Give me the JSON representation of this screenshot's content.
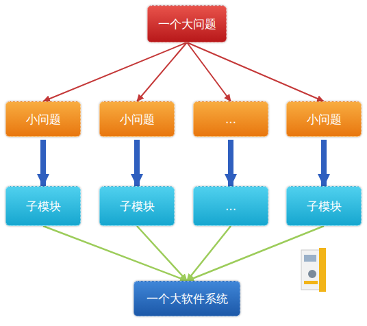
{
  "diagram": {
    "nodes": [
      {
        "text": [
          "一个大问题"
        ]
      },
      {
        "text": [
          "小问题"
        ]
      },
      {
        "text": [
          "小问题"
        ]
      },
      {
        "text": [
          "..."
        ]
      },
      {
        "text": [
          "小问题"
        ]
      },
      {
        "text": [
          "子模块"
        ]
      },
      {
        "text": [
          "子模块"
        ]
      },
      {
        "text": [
          "..."
        ]
      },
      {
        "text": [
          "子模块"
        ]
      },
      {
        "text": [
          "一个大软件系统"
        ]
      }
    ],
    "edges": [
      {
        "from": 0,
        "to": 1,
        "arrow": "to"
      },
      {
        "from": 0,
        "to": 2,
        "arrow": "to"
      },
      {
        "from": 0,
        "to": 3,
        "arrow": "to"
      },
      {
        "from": 0,
        "to": 4,
        "arrow": "to"
      },
      {
        "from": 1,
        "to": 5,
        "arrow": "to"
      },
      {
        "from": 2,
        "to": 6,
        "arrow": "to"
      },
      {
        "from": 3,
        "to": 7,
        "arrow": "to"
      },
      {
        "from": 4,
        "to": 8,
        "arrow": "to"
      },
      {
        "from": 5,
        "to": 9,
        "arrow": "to"
      },
      {
        "from": 6,
        "to": 9,
        "arrow": "to"
      },
      {
        "from": 7,
        "to": 9,
        "arrow": "to"
      },
      {
        "from": 8,
        "to": 9,
        "arrow": "to"
      }
    ]
  }
}
